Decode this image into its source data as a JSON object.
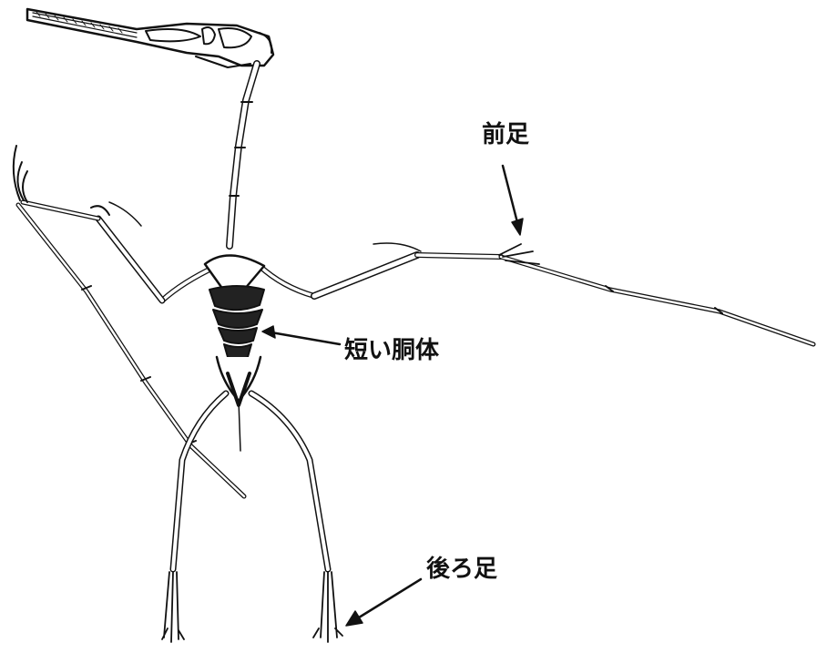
{
  "diagram": {
    "subject": "pterosaur-skeleton",
    "labels": {
      "forelimb": "前足",
      "short_torso": "短い胴体",
      "hind_limb": "後ろ足"
    },
    "colors": {
      "ink": "#111111",
      "bone_fill": "#ffffff",
      "background": "#ffffff"
    }
  }
}
